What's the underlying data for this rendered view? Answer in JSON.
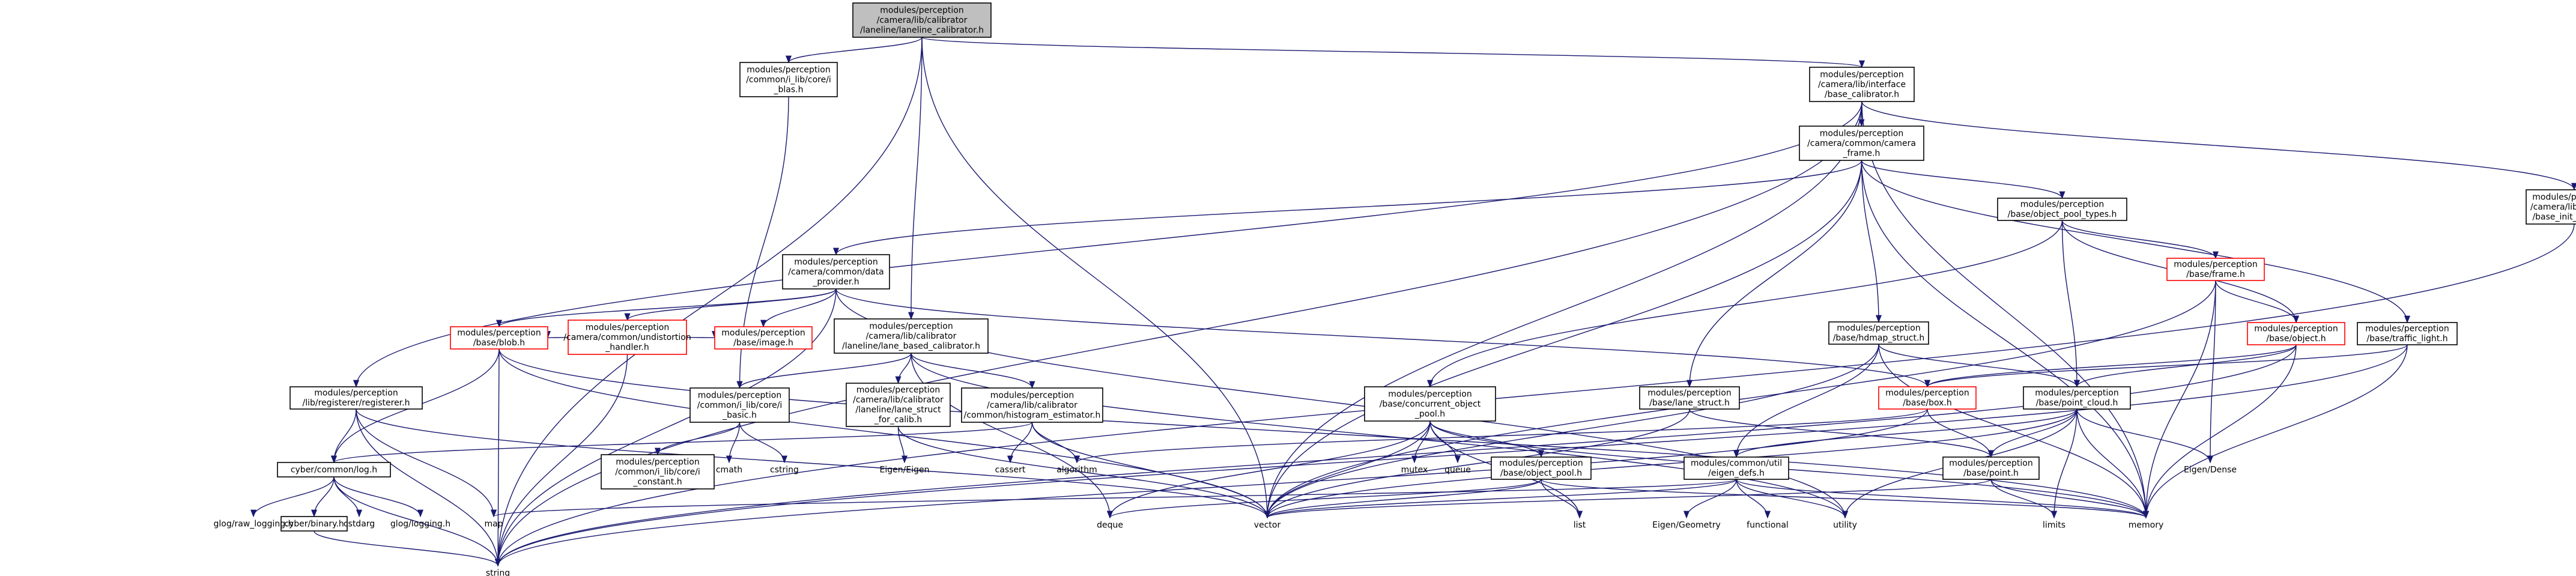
{
  "colors": {
    "edge": "#191970",
    "root_fill": "#bfbfbf",
    "node_border": "#000000",
    "truncated_border": "#ff0000",
    "plain_text": "#000000"
  },
  "nodes": [
    {
      "id": "root",
      "lines": [
        "modules/perception",
        "/camera/lib/calibrator",
        "/laneline/laneline_calibrator.h"
      ],
      "kind": "root"
    },
    {
      "id": "bias",
      "lines": [
        "modules/perception",
        "/common/i_lib/core/i",
        "_blas.h"
      ],
      "kind": "node"
    },
    {
      "id": "base_cal",
      "lines": [
        "modules/perception",
        "/camera/lib/interface",
        "/base_calibrator.h"
      ],
      "kind": "node"
    },
    {
      "id": "cam_frame",
      "lines": [
        "modules/perception",
        "/camera/common/camera",
        "_frame.h"
      ],
      "kind": "node"
    },
    {
      "id": "init_opts",
      "lines": [
        "modules/perception",
        "/camera/lib/interface",
        "/base_init_options.h"
      ],
      "kind": "node"
    },
    {
      "id": "dataprov",
      "lines": [
        "modules/perception",
        "/camera/common/data",
        "_provider.h"
      ],
      "kind": "node"
    },
    {
      "id": "undistort",
      "lines": [
        "modules/perception",
        "/camera/common/undistortion",
        "_handler.h"
      ],
      "kind": "trunc"
    },
    {
      "id": "image",
      "lines": [
        "modules/perception",
        "/base/image.h"
      ],
      "kind": "trunc"
    },
    {
      "id": "blob",
      "lines": [
        "modules/perception",
        "/base/blob.h"
      ],
      "kind": "trunc"
    },
    {
      "id": "lbc",
      "lines": [
        "modules/perception",
        "/camera/lib/calibrator",
        "/laneline/lane_based_calibrator.h"
      ],
      "kind": "node"
    },
    {
      "id": "lane_struct_calib",
      "lines": [
        "modules/perception",
        "/camera/lib/calibrator",
        "/laneline/lane_struct",
        "_for_calib.h"
      ],
      "kind": "node"
    },
    {
      "id": "hist",
      "lines": [
        "modules/perception",
        "/camera/lib/calibrator",
        "/common/histogram_estimator.h"
      ],
      "kind": "node"
    },
    {
      "id": "ilib_basic",
      "lines": [
        "modules/perception",
        "/common/i_lib/core/i",
        "_basic.h"
      ],
      "kind": "node"
    },
    {
      "id": "ilib_const",
      "lines": [
        "modules/perception",
        "/common/i_lib/core/i",
        "_constant.h"
      ],
      "kind": "node"
    },
    {
      "id": "registerer",
      "lines": [
        "modules/perception",
        "/lib/registerer/registerer.h"
      ],
      "kind": "node"
    },
    {
      "id": "cyber_log",
      "lines": [
        "cyber/common/log.h"
      ],
      "kind": "node"
    },
    {
      "id": "cyber_binary",
      "lines": [
        "cyber/binary.h"
      ],
      "kind": "node"
    },
    {
      "id": "glograw",
      "lines": [
        "glog/raw_logging.h"
      ],
      "kind": "plain"
    },
    {
      "id": "cstdarg",
      "lines": [
        "cstdarg"
      ],
      "kind": "plain"
    },
    {
      "id": "glog",
      "lines": [
        "glog/logging.h"
      ],
      "kind": "plain"
    },
    {
      "id": "cmath",
      "lines": [
        "cmath"
      ],
      "kind": "plain"
    },
    {
      "id": "cstring",
      "lines": [
        "cstring"
      ],
      "kind": "plain"
    },
    {
      "id": "map",
      "lines": [
        "map"
      ],
      "kind": "plain"
    },
    {
      "id": "string",
      "lines": [
        "string"
      ],
      "kind": "plain"
    },
    {
      "id": "eigen_eigen",
      "lines": [
        "Eigen/Eigen"
      ],
      "kind": "plain"
    },
    {
      "id": "cassert",
      "lines": [
        "cassert"
      ],
      "kind": "plain"
    },
    {
      "id": "algorithm",
      "lines": [
        "algorithm"
      ],
      "kind": "plain"
    },
    {
      "id": "deque",
      "lines": [
        "deque"
      ],
      "kind": "plain"
    },
    {
      "id": "vector",
      "lines": [
        "vector"
      ],
      "kind": "plain"
    },
    {
      "id": "concurrent",
      "lines": [
        "modules/perception",
        "/base/concurrent_object",
        "_pool.h"
      ],
      "kind": "node"
    },
    {
      "id": "mutex",
      "lines": [
        "mutex"
      ],
      "kind": "plain"
    },
    {
      "id": "queue",
      "lines": [
        "queue"
      ],
      "kind": "plain"
    },
    {
      "id": "obj_pool",
      "lines": [
        "modules/perception",
        "/base/object_pool.h"
      ],
      "kind": "node"
    },
    {
      "id": "list",
      "lines": [
        "list"
      ],
      "kind": "plain"
    },
    {
      "id": "lane_struct",
      "lines": [
        "modules/perception",
        "/base/lane_struct.h"
      ],
      "kind": "node"
    },
    {
      "id": "hdmap",
      "lines": [
        "modules/perception",
        "/base/hdmap_struct.h"
      ],
      "kind": "node"
    },
    {
      "id": "eigen_defs",
      "lines": [
        "modules/common/util",
        "/eigen_defs.h"
      ],
      "kind": "node"
    },
    {
      "id": "eigen_geo",
      "lines": [
        "Eigen/Geometry"
      ],
      "kind": "plain"
    },
    {
      "id": "functional",
      "lines": [
        "functional"
      ],
      "kind": "plain"
    },
    {
      "id": "utility",
      "lines": [
        "utility"
      ],
      "kind": "plain"
    },
    {
      "id": "obj_pool_types",
      "lines": [
        "modules/perception",
        "/base/object_pool_types.h"
      ],
      "kind": "node"
    },
    {
      "id": "frame",
      "lines": [
        "modules/perception",
        "/base/frame.h"
      ],
      "kind": "trunc"
    },
    {
      "id": "object",
      "lines": [
        "modules/perception",
        "/base/object.h"
      ],
      "kind": "trunc"
    },
    {
      "id": "box",
      "lines": [
        "modules/perception",
        "/base/box.h"
      ],
      "kind": "trunc"
    },
    {
      "id": "point_cloud",
      "lines": [
        "modules/perception",
        "/base/point_cloud.h"
      ],
      "kind": "node"
    },
    {
      "id": "point",
      "lines": [
        "modules/perception",
        "/base/point.h"
      ],
      "kind": "node"
    },
    {
      "id": "limits",
      "lines": [
        "limits"
      ],
      "kind": "plain"
    },
    {
      "id": "memory",
      "lines": [
        "memory"
      ],
      "kind": "plain"
    },
    {
      "id": "eigen_dense",
      "lines": [
        "Eigen/Dense"
      ],
      "kind": "plain"
    },
    {
      "id": "traffic",
      "lines": [
        "modules/perception",
        "/base/traffic_light.h"
      ],
      "kind": "node"
    }
  ]
}
